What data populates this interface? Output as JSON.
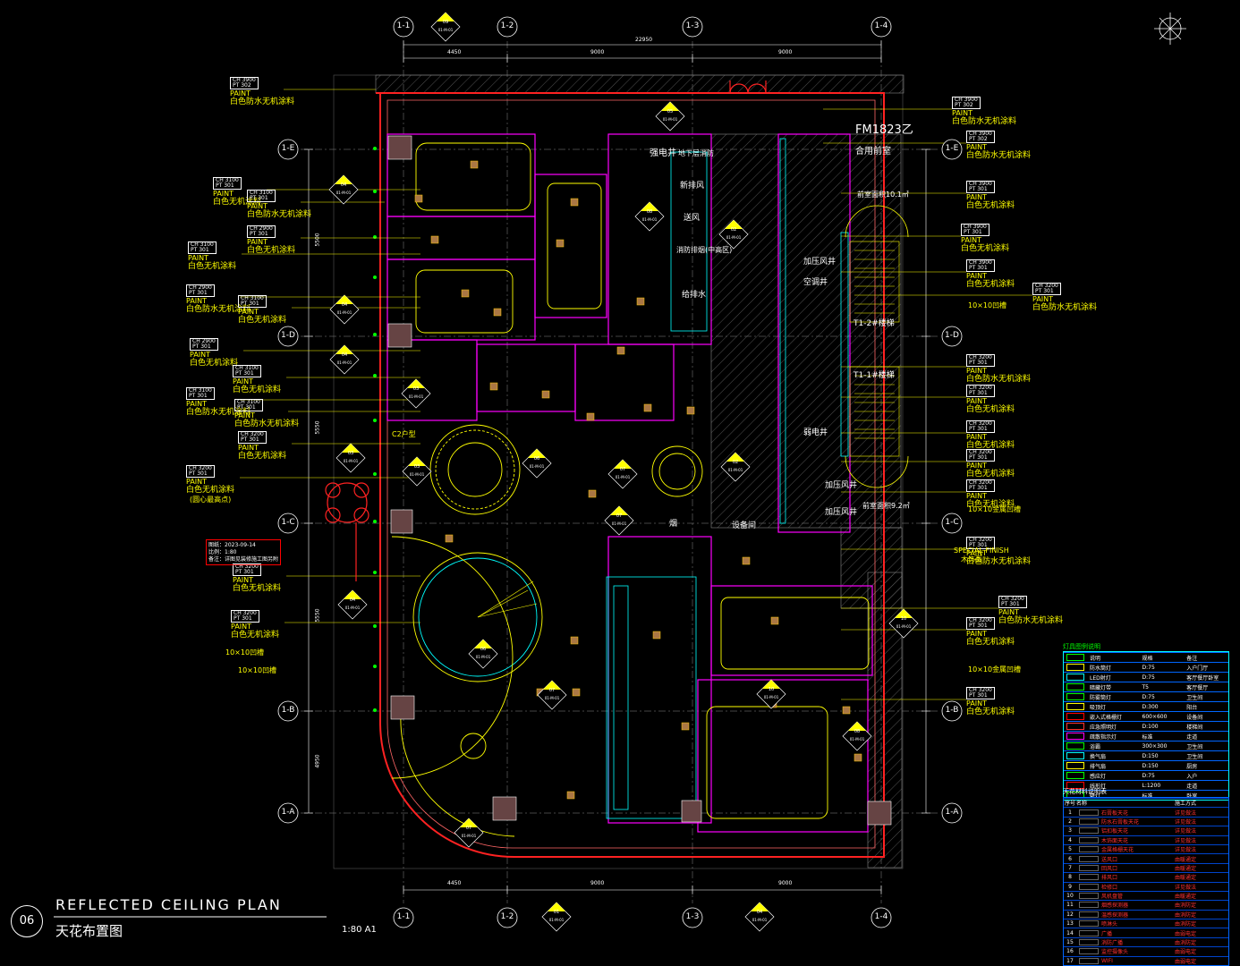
{
  "title": {
    "en": "REFLECTED CEILING PLAN",
    "cn": "天花布置图",
    "scale": "1:80 A1",
    "sheet": "06"
  },
  "door_tag": "FM1823乙",
  "grid_top": [
    "1-1",
    "1-2",
    "1-3",
    "1-4"
  ],
  "grid_left": [
    "1-E",
    "1-D",
    "1-C",
    "1-B",
    "1-A"
  ],
  "dims_top": [
    "4450",
    "9000",
    "9000",
    "22950"
  ],
  "dims_bottom": [
    "4450",
    "9000",
    "9000"
  ],
  "dims_left": [
    "5500",
    "5550",
    "5550",
    "4950"
  ],
  "section_marks": [
    "09",
    "05",
    "04",
    "02",
    "03",
    "06",
    "07",
    "08",
    "10",
    "11",
    "01"
  ],
  "section_sheet": "01-M-01",
  "left_tags": [
    {
      "code": "CH 3900\nPT 302",
      "paint": "PAINT",
      "desc": "白色防水无机涂料"
    },
    {
      "code": "CH 3100\nPT 301",
      "paint": "PAINT",
      "desc": "白色无机涂料"
    },
    {
      "code": "CH 3100\nPT 301",
      "paint": "PAINT",
      "desc": "白色防水无机涂料"
    },
    {
      "code": "CH 3100\nPT 301",
      "paint": "PAINT",
      "desc": "白色无机涂料"
    },
    {
      "code": "CH 2900\nPT 301",
      "paint": "PAINT",
      "desc": "白色无机涂料"
    },
    {
      "code": "CH 2900\nPT 301",
      "paint": "PAINT",
      "desc": "白色防水无机涂料"
    },
    {
      "code": "CH 3100\nPT 301",
      "paint": "PAINT",
      "desc": "白色无机涂料"
    },
    {
      "code": "CH 2900\nPT 301",
      "paint": "PAINT",
      "desc": "白色无机涂料"
    },
    {
      "code": "CH 3100\nPT 301",
      "paint": "PAINT",
      "desc": "白色无机涂料"
    },
    {
      "code": "CH 3100\nPT 301",
      "paint": "PAINT",
      "desc": "白色防水无机涂料"
    },
    {
      "code": "CH 3100\nPT 301",
      "paint": "PAINT",
      "desc": "白色防水无机涂料"
    },
    {
      "code": "CH 3200\nPT 301",
      "paint": "PAINT",
      "desc": "白色无机涂料"
    },
    {
      "code": "CH 3200\nPT 301",
      "paint": "PAINT",
      "desc": "白色无机涂料"
    },
    {
      "code": "CH 3200\nPT 301",
      "paint": "PAINT",
      "desc": "白色无机涂料"
    },
    {
      "code": "CH 3200\nPT 301",
      "paint": "PAINT",
      "desc": "白色无机涂料"
    }
  ],
  "left_notes": [
    "(圆心最高点)",
    "10×10凹槽",
    "10×10凹槽"
  ],
  "right_tags": [
    {
      "code": "CH 3900\nPT 302",
      "paint": "PAINT",
      "desc": "白色防水无机涂料"
    },
    {
      "code": "CH 3900\nPT 302",
      "paint": "PAINT",
      "desc": "白色防水无机涂料"
    },
    {
      "code": "CH 3900\nPT 301",
      "paint": "PAINT",
      "desc": "白色无机涂料"
    },
    {
      "code": "CH 3900\nPT 301",
      "paint": "PAINT",
      "desc": "白色无机涂料"
    },
    {
      "code": "CH 3900\nPT 301",
      "paint": "PAINT",
      "desc": "白色无机涂料"
    },
    {
      "code": "CH 3200\nPT 301",
      "paint": "PAINT",
      "desc": "白色防水无机涂料"
    },
    {
      "code": "CH 3200\nPT 301",
      "paint": "PAINT",
      "desc": "白色防水无机涂料"
    },
    {
      "code": "CH 3200\nPT 301",
      "paint": "PAINT",
      "desc": "白色无机涂料"
    },
    {
      "code": "CH 3200\nPT 301",
      "paint": "PAINT",
      "desc": "白色无机涂料"
    },
    {
      "code": "CH 3200\nPT 301",
      "paint": "PAINT",
      "desc": "白色无机涂料"
    },
    {
      "code": "CH 3200\nPT 301",
      "paint": "PAINT",
      "desc": "白色无机涂料"
    },
    {
      "code": "CH 3200\nPT 301",
      "paint": "PAINT",
      "desc": "白色防水无机涂料"
    },
    {
      "code": "CH 3200\nPT 301",
      "paint": "PAINT",
      "desc": "白色防水无机涂料"
    },
    {
      "code": "CH 3200\nPT 301",
      "paint": "PAINT",
      "desc": "白色无机涂料"
    },
    {
      "code": "CH 3200\nPT 301",
      "paint": "PAINT",
      "desc": "白色无机涂料"
    }
  ],
  "right_notes": [
    "10×10凹槽",
    "10×10金属凹槽",
    "SPECIAL FINISH",
    "木饰面",
    "10×10金属凹槽"
  ],
  "rooms": [
    "合用前室",
    "强电井",
    "地下层消防",
    "新排风",
    "送风",
    "消防排烟(中高区)",
    "给排水",
    "加压风井",
    "空调井",
    "T1-2#楼梯",
    "T1-1#楼梯",
    "前室面积10.1㎡",
    "弱电井",
    "加压风井",
    "加压风井",
    "设备间",
    "烟",
    "前室面积9.2㎡",
    "C2户型"
  ],
  "note_box": [
    "图纸：2023-09-14",
    "比例：1:80",
    "备注：详图见装修施工图另附"
  ],
  "legend_title": "灯具图例说明",
  "legend_rows": [
    [
      "说明",
      "规格",
      "备注"
    ],
    [
      "防水筒灯",
      "D:75",
      "入户门厅"
    ],
    [
      "LED射灯",
      "D:75",
      "客厅餐厅卧室"
    ],
    [
      "暗藏灯带",
      "T5",
      "客厅餐厅"
    ],
    [
      "防雾筒灯",
      "D:75",
      "卫生间"
    ],
    [
      "吸顶灯",
      "D:300",
      "阳台"
    ],
    [
      "嵌入式格栅灯",
      "600×600",
      "设备间"
    ],
    [
      "应急照明灯",
      "D:100",
      "楼梯间"
    ],
    [
      "疏散指示灯",
      "标准",
      "走道"
    ],
    [
      "浴霸",
      "300×300",
      "卫生间"
    ],
    [
      "换气扇",
      "D:150",
      "卫生间"
    ],
    [
      "排气扇",
      "D:150",
      "厨房"
    ],
    [
      "感应灯",
      "D:75",
      "入户"
    ],
    [
      "线形灯",
      "L:1200",
      "走道"
    ],
    [
      "壁灯",
      "标准",
      "卧室"
    ]
  ],
  "table2_title": "天花材料说明表",
  "table2_header": [
    "序号",
    "名称",
    "施工方式"
  ],
  "table2_rows": [
    [
      "1",
      "石膏板天花",
      "详见做法"
    ],
    [
      "2",
      "防水石膏板天花",
      "详见做法"
    ],
    [
      "3",
      "铝扣板天花",
      "详见做法"
    ],
    [
      "4",
      "木饰面天花",
      "详见做法"
    ],
    [
      "5",
      "金属格栅天花",
      "详见做法"
    ],
    [
      "6",
      "送风口",
      "由暖通定"
    ],
    [
      "7",
      "回风口",
      "由暖通定"
    ],
    [
      "8",
      "排风口",
      "由暖通定"
    ],
    [
      "9",
      "检修口",
      "详见做法"
    ],
    [
      "10",
      "风机盘管",
      "由暖通定"
    ],
    [
      "11",
      "烟感探测器",
      "由消防定"
    ],
    [
      "12",
      "温感探测器",
      "由消防定"
    ],
    [
      "13",
      "喷淋头",
      "由消防定"
    ],
    [
      "14",
      "广播",
      "由弱电定"
    ],
    [
      "15",
      "消防广播",
      "由消防定"
    ],
    [
      "16",
      "监控摄像头",
      "由弱电定"
    ],
    [
      "17",
      "WIFI",
      "由弱电定"
    ]
  ],
  "colors": {
    "background": "#000000",
    "axis": "#ffffff",
    "dimension": "#ffffff",
    "wall": "#ff0000",
    "wall_hatch": "#555555",
    "ceiling_line": "#ffff00",
    "magenta": "#ff00ff",
    "cyan": "#00ffff",
    "green": "#00ff00",
    "leader": "#ffff00"
  }
}
